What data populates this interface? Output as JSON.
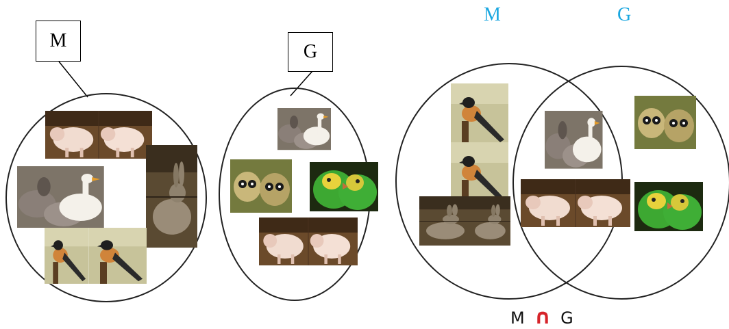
{
  "set_m": {
    "label": "M",
    "members": [
      "pigs",
      "rabbit",
      "geese",
      "bird",
      "bird"
    ]
  },
  "set_g": {
    "label": "G",
    "members": [
      "geese",
      "monkeys",
      "parrots",
      "pigs"
    ]
  },
  "venn": {
    "left_label": "M",
    "right_label": "G",
    "label_color": "#1aa7e0",
    "left_only": [
      "bird",
      "bird",
      "rabbit"
    ],
    "intersection": [
      "geese",
      "pigs"
    ],
    "right_only": [
      "monkeys",
      "parrots"
    ]
  },
  "formula": {
    "left": "M",
    "operator": "∩",
    "right": "G",
    "operator_color": "#d6242a"
  }
}
